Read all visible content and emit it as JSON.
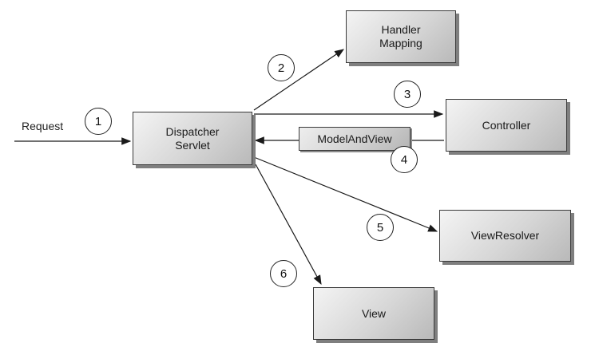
{
  "diagram": {
    "request_label": "Request",
    "nodes": {
      "dispatcher": "Dispatcher\nServlet",
      "handler": "Handler\nMapping",
      "controller": "Controller",
      "viewresolver": "ViewResolver",
      "view": "View"
    },
    "model_and_view": "ModelAndView",
    "steps": [
      "1",
      "2",
      "3",
      "4",
      "5",
      "6"
    ]
  }
}
